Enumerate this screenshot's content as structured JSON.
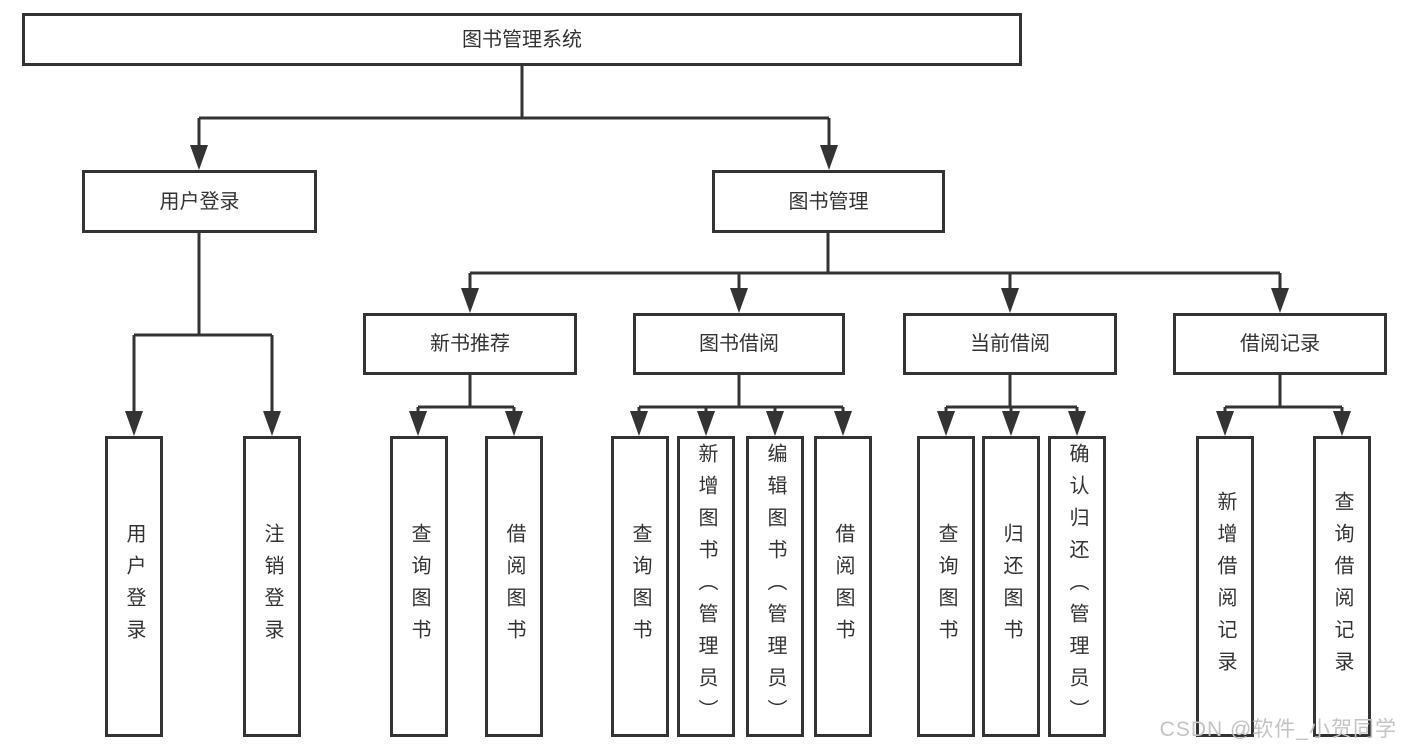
{
  "colors": {
    "line": "#333333",
    "text": "#333333",
    "box_background": "#ffffff",
    "watermark": "#c3c3c3"
  },
  "tree": {
    "root": {
      "label": "图书管理系统"
    },
    "branches": [
      {
        "label": "用户登录",
        "children": [
          {
            "label": "用户登录"
          },
          {
            "label": "注销登录"
          }
        ]
      },
      {
        "label": "图书管理",
        "groups": [
          {
            "label": "新书推荐",
            "children": [
              {
                "label": "查询图书"
              },
              {
                "label": "借阅图书"
              }
            ]
          },
          {
            "label": "图书借阅",
            "children": [
              {
                "label": "查询图书"
              },
              {
                "label": "新增图书（管理员）"
              },
              {
                "label": "编辑图书（管理员）"
              },
              {
                "label": "借阅图书"
              }
            ]
          },
          {
            "label": "当前借阅",
            "children": [
              {
                "label": "查询图书"
              },
              {
                "label": "归还图书"
              },
              {
                "label": "确认归还（管理员）"
              }
            ]
          },
          {
            "label": "借阅记录",
            "children": [
              {
                "label": "新增借阅记录"
              },
              {
                "label": "查询借阅记录"
              }
            ]
          }
        ]
      }
    ]
  },
  "watermark": {
    "text": "CSDN @软件_小贺同学"
  }
}
